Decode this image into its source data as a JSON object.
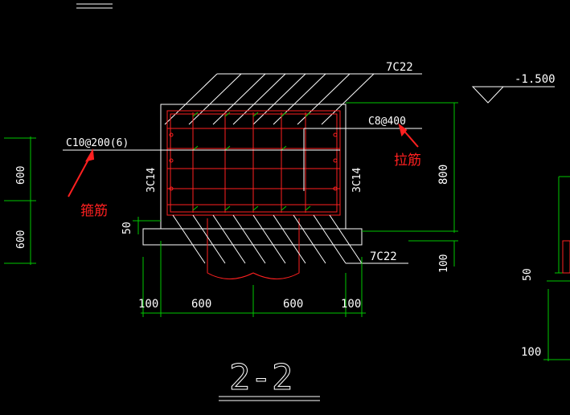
{
  "drawing": {
    "section_title": "2-2",
    "labels": {
      "top_rebar": "7C22",
      "bottom_rebar": "7C22",
      "elevation": "-1.500",
      "tie_rebar": "C8@400",
      "stirrup": "C10@200(6)",
      "side_left": "3C14",
      "side_right": "3C14",
      "height": "800",
      "cushion": "50",
      "cushion_right": "50",
      "bottom_dim": "100"
    },
    "left_dims": [
      "600",
      "600"
    ],
    "bottom_dims": [
      "100",
      "600",
      "600",
      "100"
    ],
    "right_fragment_dim": "100",
    "annotations": {
      "stirrup_cn": "箍筋",
      "tie_cn": "拉筋"
    },
    "colors": {
      "background": "#000000",
      "line_white": "#ffffff",
      "concrete_red": "#ff2020",
      "dimension_green": "#00c800",
      "annotation_red": "#ff2020"
    }
  }
}
